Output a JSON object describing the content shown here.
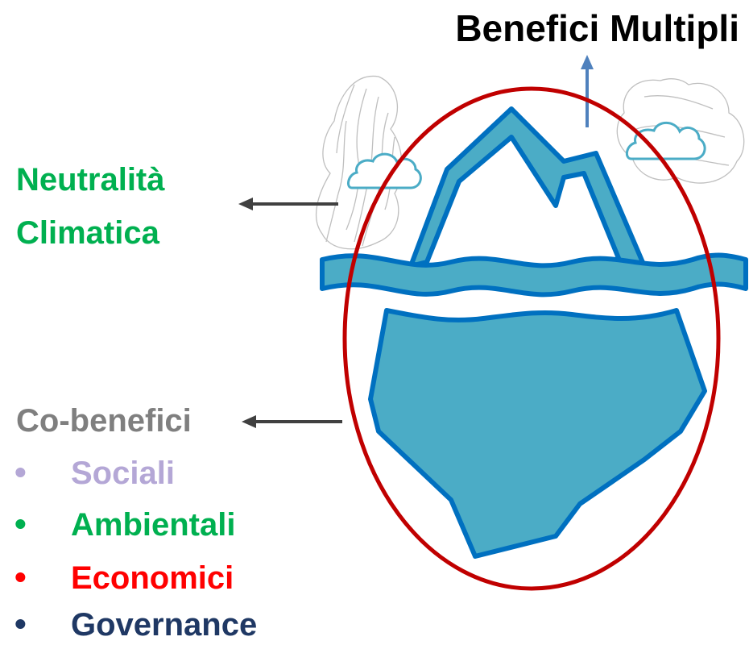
{
  "title": "Benefici Multipli",
  "neutrality": {
    "line1": "Neutralità",
    "line2": "Climatica"
  },
  "cobenefits": {
    "heading": "Co-benefici",
    "items": [
      {
        "label": "Sociali",
        "color": "#b4a7d6"
      },
      {
        "label": "Ambientali",
        "color": "#00b050"
      },
      {
        "label": "Economici",
        "color": "#ff0000"
      },
      {
        "label": "Governance",
        "color": "#1f3864"
      }
    ]
  },
  "colors": {
    "title": "#000000",
    "neutrality": "#00b050",
    "cobenefits_heading": "#7f7f7f",
    "iceberg_fill": "#4bacc6",
    "iceberg_stroke": "#0070c0",
    "ellipse": "#c00000",
    "arrow": "#404040",
    "up_arrow": "#4f81bd"
  },
  "icons": [
    "smoke-cloud-left",
    "smoke-cloud-right",
    "cloud-icon-left",
    "cloud-icon-right"
  ]
}
